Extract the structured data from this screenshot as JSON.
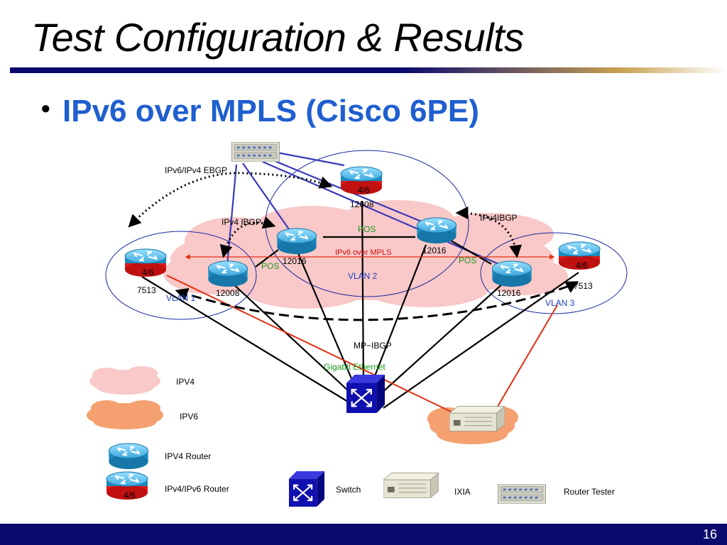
{
  "slide": {
    "title": "Test Configuration & Results",
    "bullet": "IPv6 over MPLS (Cisco 6PE)",
    "page_number": "16"
  },
  "diagram": {
    "session_labels": {
      "ebgp": "IPv6/IPv4 EBGP",
      "ibgp_left": "IPv4 IBGP",
      "ibgp_right": "IPv4IBGP",
      "mp_ibgp": "MP−IBGP",
      "tunnel": "IPv6 over MPLS"
    },
    "link_labels": {
      "pos_top": "POS",
      "pos_left": "POS",
      "pos_right": "POS",
      "gigabit": "Gigabit Ethernet"
    },
    "vlans": {
      "vlan1": "VLAN 1",
      "vlan2": "VLAN 2",
      "vlan3": "VLAN 3"
    },
    "routers": {
      "r12008_top": "12008",
      "r12016_left": "12016",
      "r12016_right": "12016",
      "r12008_left": "12008",
      "r12016_lower": "12016",
      "r7513_left": "7513",
      "r7513_right": "7513"
    },
    "dual_stack_tag": "4/6"
  },
  "legend": {
    "ipv4_cloud": "IPV4",
    "ipv6_cloud": "IPV6",
    "ipv4_router": "IPV4 Router",
    "dual_router": "IPv4/IPv6 Router",
    "switch": "Switch",
    "ixia": "IXIA",
    "router_tester": "Router Tester"
  },
  "colors": {
    "title_rule": "#0a0a6e",
    "bullet_text": "#1f5fcf",
    "router_blue": "#1a8fc0",
    "router_red": "#e02020",
    "ipv4_cloud": "#f9c8c8",
    "ipv6_cloud": "#f4a070",
    "switch_blue": "#1010b0",
    "footer": "#0a0a6e"
  }
}
